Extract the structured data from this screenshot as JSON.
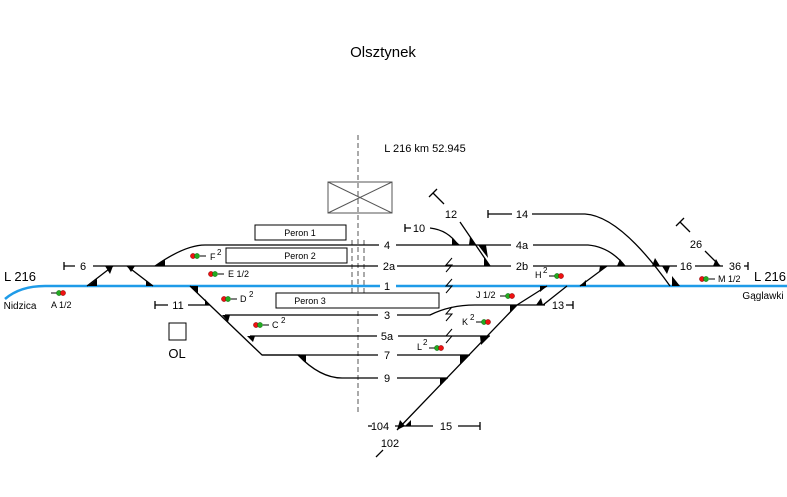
{
  "title": "Olsztynek",
  "km_marker": "L 216  km  52.945",
  "line_left": {
    "line": "L 216",
    "direction": "Nidzica"
  },
  "line_right": {
    "line": "L 216",
    "direction": "Gąglawki"
  },
  "building_label": "OL",
  "platforms": [
    "Peron 1",
    "Peron 2",
    "Peron 3"
  ],
  "tracks": {
    "t4": "4",
    "t4a": "4a",
    "t2a": "2a",
    "t2b": "2b",
    "t1": "1",
    "t3": "3",
    "t5a": "5a",
    "t7": "7",
    "t9": "9",
    "t6": "6",
    "t11": "11",
    "t10": "10",
    "t12": "12",
    "t14": "14",
    "t16": "16",
    "t26": "26",
    "t36": "36",
    "t13": "13",
    "t15": "15",
    "t104": "104",
    "t102": "102"
  },
  "signals": {
    "A": {
      "name": "A",
      "sup": "1/2"
    },
    "E": {
      "name": "E",
      "sup": "1/2"
    },
    "F": {
      "name": "F",
      "sup": "2"
    },
    "D": {
      "name": "D",
      "sup": "2"
    },
    "C": {
      "name": "C",
      "sup": "2"
    },
    "H": {
      "name": "H",
      "sup": "2"
    },
    "J": {
      "name": "J",
      "sup": "1/2"
    },
    "K": {
      "name": "K",
      "sup": "2"
    },
    "L": {
      "name": "L",
      "sup": "2"
    },
    "M": {
      "name": "M",
      "sup": "1/2"
    }
  },
  "colors": {
    "main_line": "#1e9be8",
    "signal_red": "#e11111",
    "signal_green": "#22aa22"
  }
}
